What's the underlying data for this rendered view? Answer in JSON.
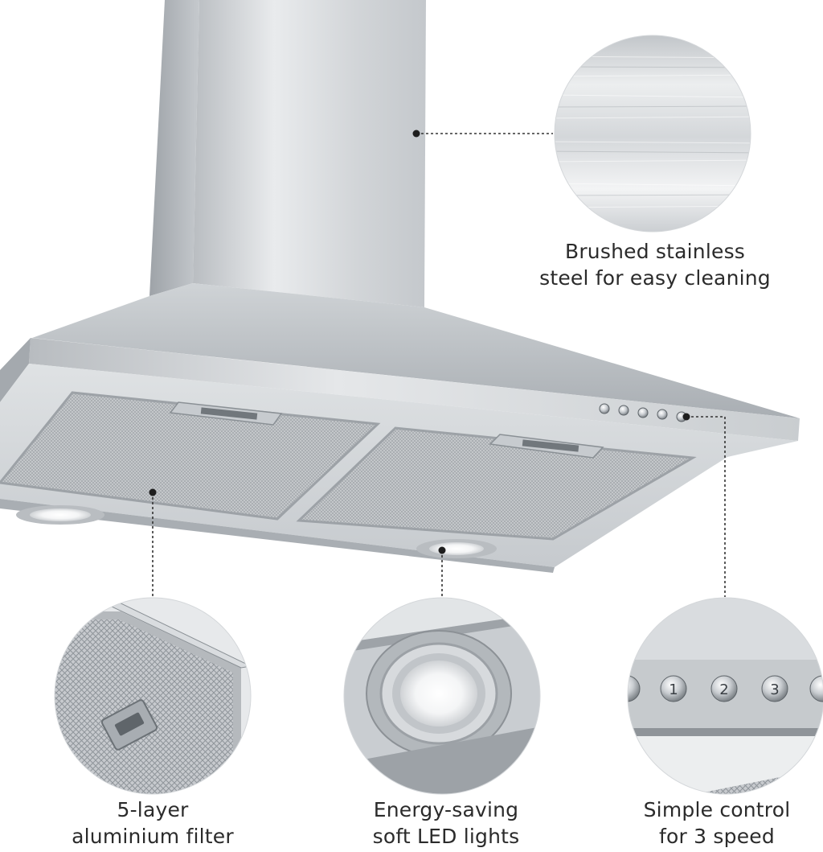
{
  "features": {
    "steel": {
      "line1": "Brushed stainless",
      "line2": "steel for easy cleaning"
    },
    "filter": {
      "line1": "5-layer",
      "line2": "aluminium filter"
    },
    "led": {
      "line1": "Energy-saving",
      "line2": "soft LED lights"
    },
    "control": {
      "line1": "Simple control",
      "line2": "for 3 speed"
    }
  },
  "control_buttons": [
    "1",
    "2",
    "3"
  ],
  "colors": {
    "steel_light": "#e6e8ea",
    "steel_mid": "#c3c7cb",
    "steel_dark": "#8e9398",
    "text": "#2b2b2b",
    "callout_line": "#333333"
  }
}
